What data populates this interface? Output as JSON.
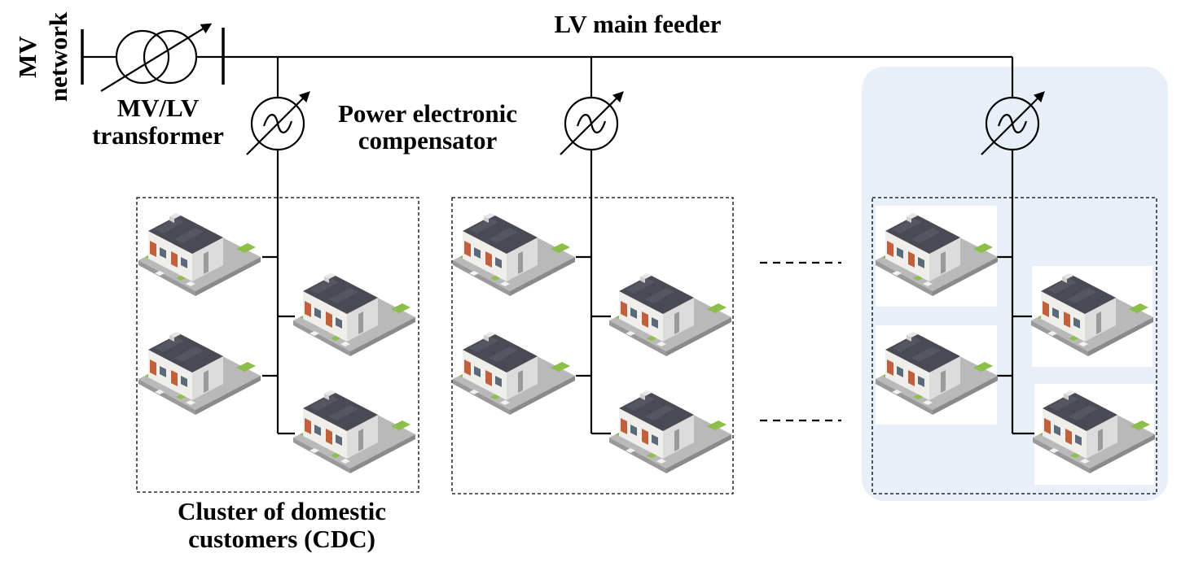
{
  "labels": {
    "mv_network_line1": "MV",
    "mv_network_line2": "network",
    "transformer_line1": "MV/LV",
    "transformer_line2": "transformer",
    "feeder": "LV main feeder",
    "compensator_line1": "Power electronic",
    "compensator_line2": "compensator",
    "cluster_line1": "Cluster of domestic",
    "cluster_line2": "customers (CDC)"
  },
  "colors": {
    "highlight_panel": "#e8eff8",
    "roof": "#4a4a55",
    "wall": "#f0f0f0",
    "grass": "#8cbf4a",
    "brick": "#c0603c"
  },
  "icons": {
    "transformer": "variable-transformer-icon",
    "compensator": "ac-converter-icon",
    "house": "semi-detached-house-icon"
  }
}
